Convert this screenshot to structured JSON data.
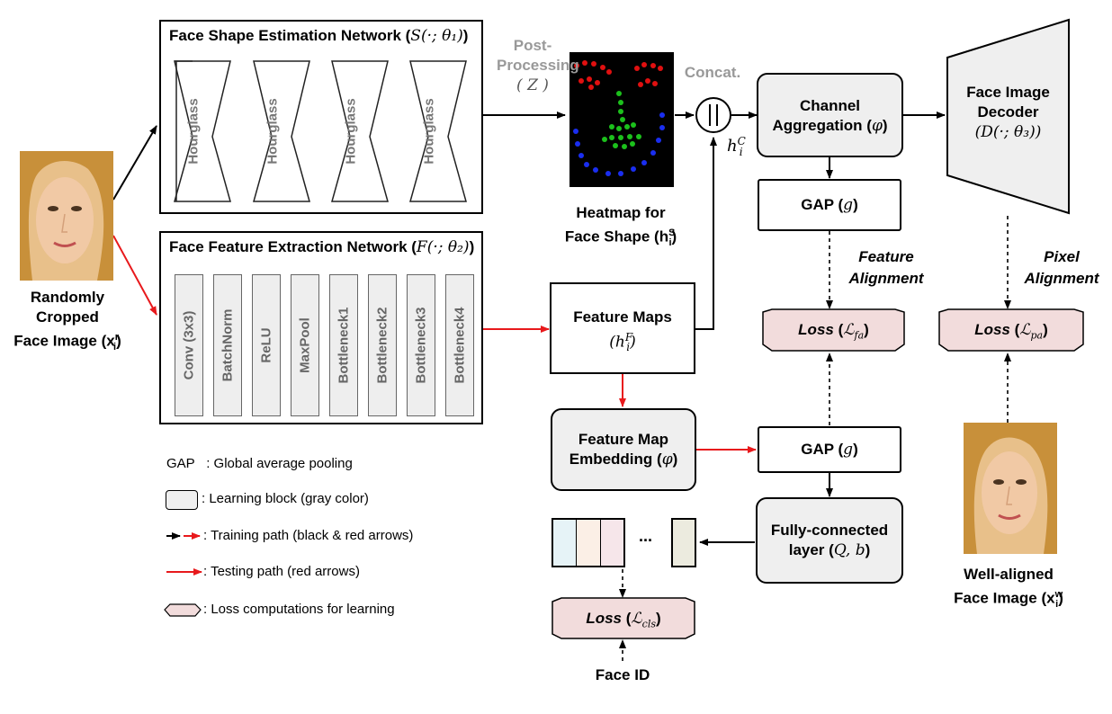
{
  "inputs": {
    "random_caption_1": "Randomly Cropped",
    "random_caption_2": "Face Image (x",
    "random_sub": "i",
    "random_sup": "r",
    "aligned_caption_1": "Well-aligned",
    "aligned_caption_2": "Face Image (x",
    "aligned_sub": "i",
    "aligned_sup": "w"
  },
  "shape_network": {
    "title": "Face Shape Estimation Network (",
    "title_math": "S(·; θ₁)",
    "blocks": [
      "Hourglass",
      "Hourglass",
      "Hourglass",
      "Hourglass"
    ]
  },
  "feature_network": {
    "title": "Face Feature Extraction Network (",
    "title_math": "F(·; θ₂)",
    "blocks": [
      "Conv (3x3)",
      "BatchNorm",
      "ReLU",
      "MaxPool",
      "Bottleneck1",
      "Bottleneck2",
      "Bottleneck3",
      "Bottleneck4"
    ]
  },
  "post_processing": {
    "line1": "Post-",
    "line2": "Processing",
    "math": "( Z )"
  },
  "heatmap": {
    "line1": "Heatmap for",
    "line2": "Face Shape (h",
    "sub": "i",
    "sup": "S"
  },
  "concat": {
    "label": "Concat.",
    "symbol": "||",
    "out": "h",
    "out_sub": "i",
    "out_sup": "C"
  },
  "channel_aggregation": {
    "line1": "Channel",
    "line2": "Aggregation (",
    "math": "φ"
  },
  "decoder": {
    "line1": "Face Image",
    "line2": "Decoder",
    "math": "(D(·; θ₃))"
  },
  "gap_top": {
    "label": "GAP (",
    "math": "g"
  },
  "gap_bottom": {
    "label": "GAP (",
    "math": "g"
  },
  "feature_alignment": {
    "line1": "Feature",
    "line2": "Alignment"
  },
  "pixel_alignment": {
    "line1": "Pixel",
    "line2": "Alignment"
  },
  "loss_fa": {
    "label": "Loss",
    "math": "ℒ",
    "sub": "fa"
  },
  "loss_pa": {
    "label": "Loss",
    "math": "ℒ",
    "sub": "pa"
  },
  "loss_cls": {
    "label": "Loss",
    "math": "ℒ",
    "sub": "cls"
  },
  "feature_maps": {
    "line1": "Feature Maps",
    "math": "(h",
    "sub": "i",
    "sup": "F"
  },
  "feature_map_embedding": {
    "line1": "Feature Map",
    "line2": "Embedding (",
    "math": "φ"
  },
  "fully_connected": {
    "line1": "Fully-connected",
    "line2": "layer (",
    "math": "Q, b"
  },
  "vector_dots": "...",
  "face_id": "Face ID",
  "legend": {
    "gap_key": "GAP",
    "gap_text": ": Global average pooling",
    "block_text": ": Learning block (gray color)",
    "training_text": ": Training path (black & red arrows)",
    "testing_text": ": Testing path (red arrows)",
    "loss_text": ": Loss computations for learning"
  },
  "colors": {
    "red_arrow": "#e8191c",
    "block_gray": "#efefef",
    "loss_pink": "#f2dcdc",
    "vector_cells": [
      "#e6f3f7",
      "#fbefe6",
      "#f6e6ea",
      "#ecebdf"
    ]
  }
}
